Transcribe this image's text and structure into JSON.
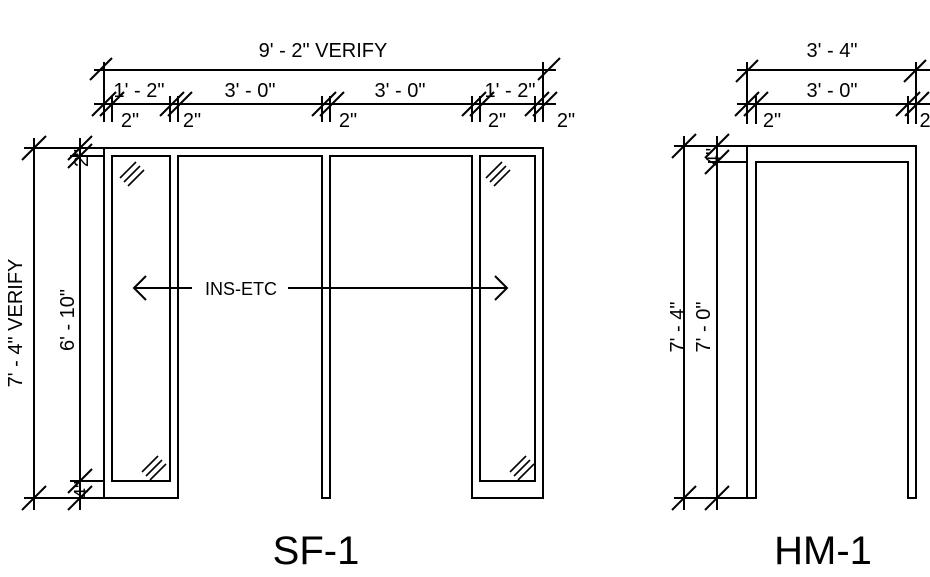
{
  "elevations": {
    "sf1": {
      "label": "SF-1",
      "overall_width": "9' - 2\" VERIFY",
      "segments": [
        "1' - 2\"",
        "3' - 0\"",
        "3' - 0\"",
        "1' - 2\""
      ],
      "mullions": [
        "2\"",
        "2\"",
        "2\"",
        "2\"",
        "2\""
      ],
      "overall_height": "7' - 4\" VERIFY",
      "glass_height": "6' - 10\"",
      "head": "2\"",
      "sill": "4\"",
      "note": "INS-ETC"
    },
    "hm1": {
      "label": "HM-1",
      "overall_width": "3' - 4\"",
      "opening_width": "3' - 0\"",
      "jamb": "2\"",
      "jamb_right": "2",
      "overall_height": "7' - 4\"",
      "opening_height": "7' - 0\"",
      "head": "4\""
    }
  }
}
